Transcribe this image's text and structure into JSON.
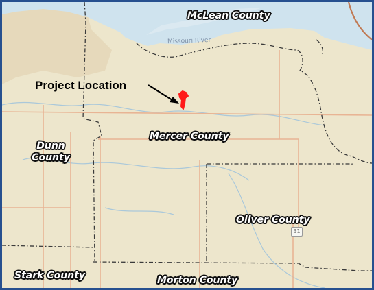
{
  "colors": {
    "frame_border": "#27508f",
    "land": "#ede6cc",
    "water": "#cfe3ee",
    "county_boundary": "#3a3a3a",
    "road": "#e8b494",
    "stream": "#aac8da",
    "project_marker": "#ff1a1a"
  },
  "labels": {
    "mclean": "McLean County",
    "mercer": "Mercer County",
    "dunn_line1": "Dunn",
    "dunn_line2": "County",
    "oliver": "Oliver County",
    "stark": "Stark County",
    "morton": "Morton County",
    "river": "Missouri River",
    "project": "Project Location",
    "highway": "31"
  },
  "icons": {
    "project_marker": "red-polygon-marker",
    "pointer": "arrow-pointer-icon",
    "highway_shield": "highway-shield-icon"
  }
}
